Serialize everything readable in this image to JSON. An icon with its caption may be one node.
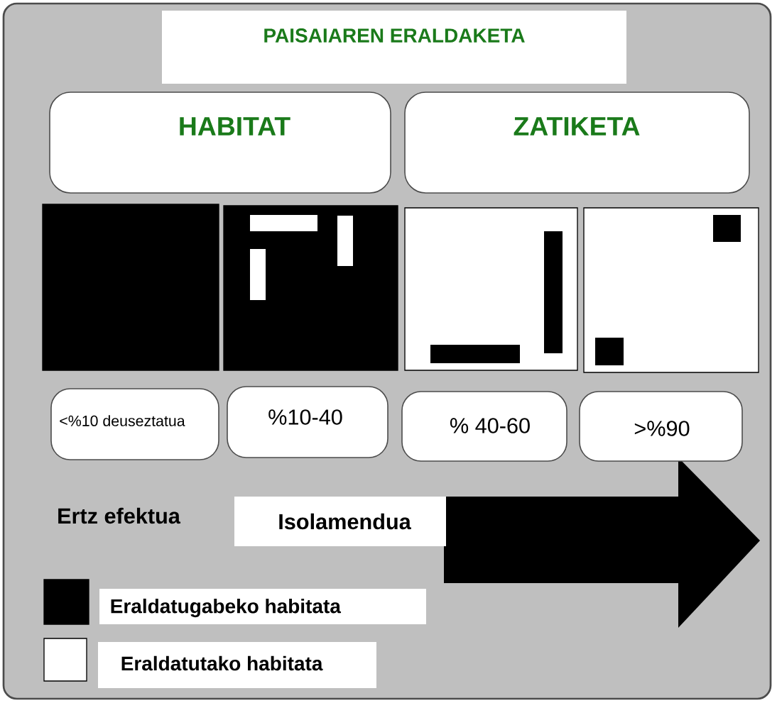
{
  "diagram": {
    "title": "PAISAIAREN ERALDAKETA",
    "nodes": [
      {
        "text": [
          "HABITAT"
        ]
      },
      {
        "text": [
          "ZATIKETA"
        ]
      },
      {
        "text": [
          "<%10 deuseztatua"
        ]
      },
      {
        "text": [
          "%10-40"
        ]
      },
      {
        "text": [
          "% 40-60"
        ]
      },
      {
        "text": [
          ">%90"
        ]
      },
      {
        "text": [
          "Isolamendua"
        ]
      }
    ],
    "labels": [
      "Ertz efektua"
    ],
    "legend": [
      {
        "text": "Eraldatugabeko habitata",
        "color": "#000000"
      },
      {
        "text": "Eraldatutako habitata",
        "color": "#ffffff"
      }
    ]
  }
}
